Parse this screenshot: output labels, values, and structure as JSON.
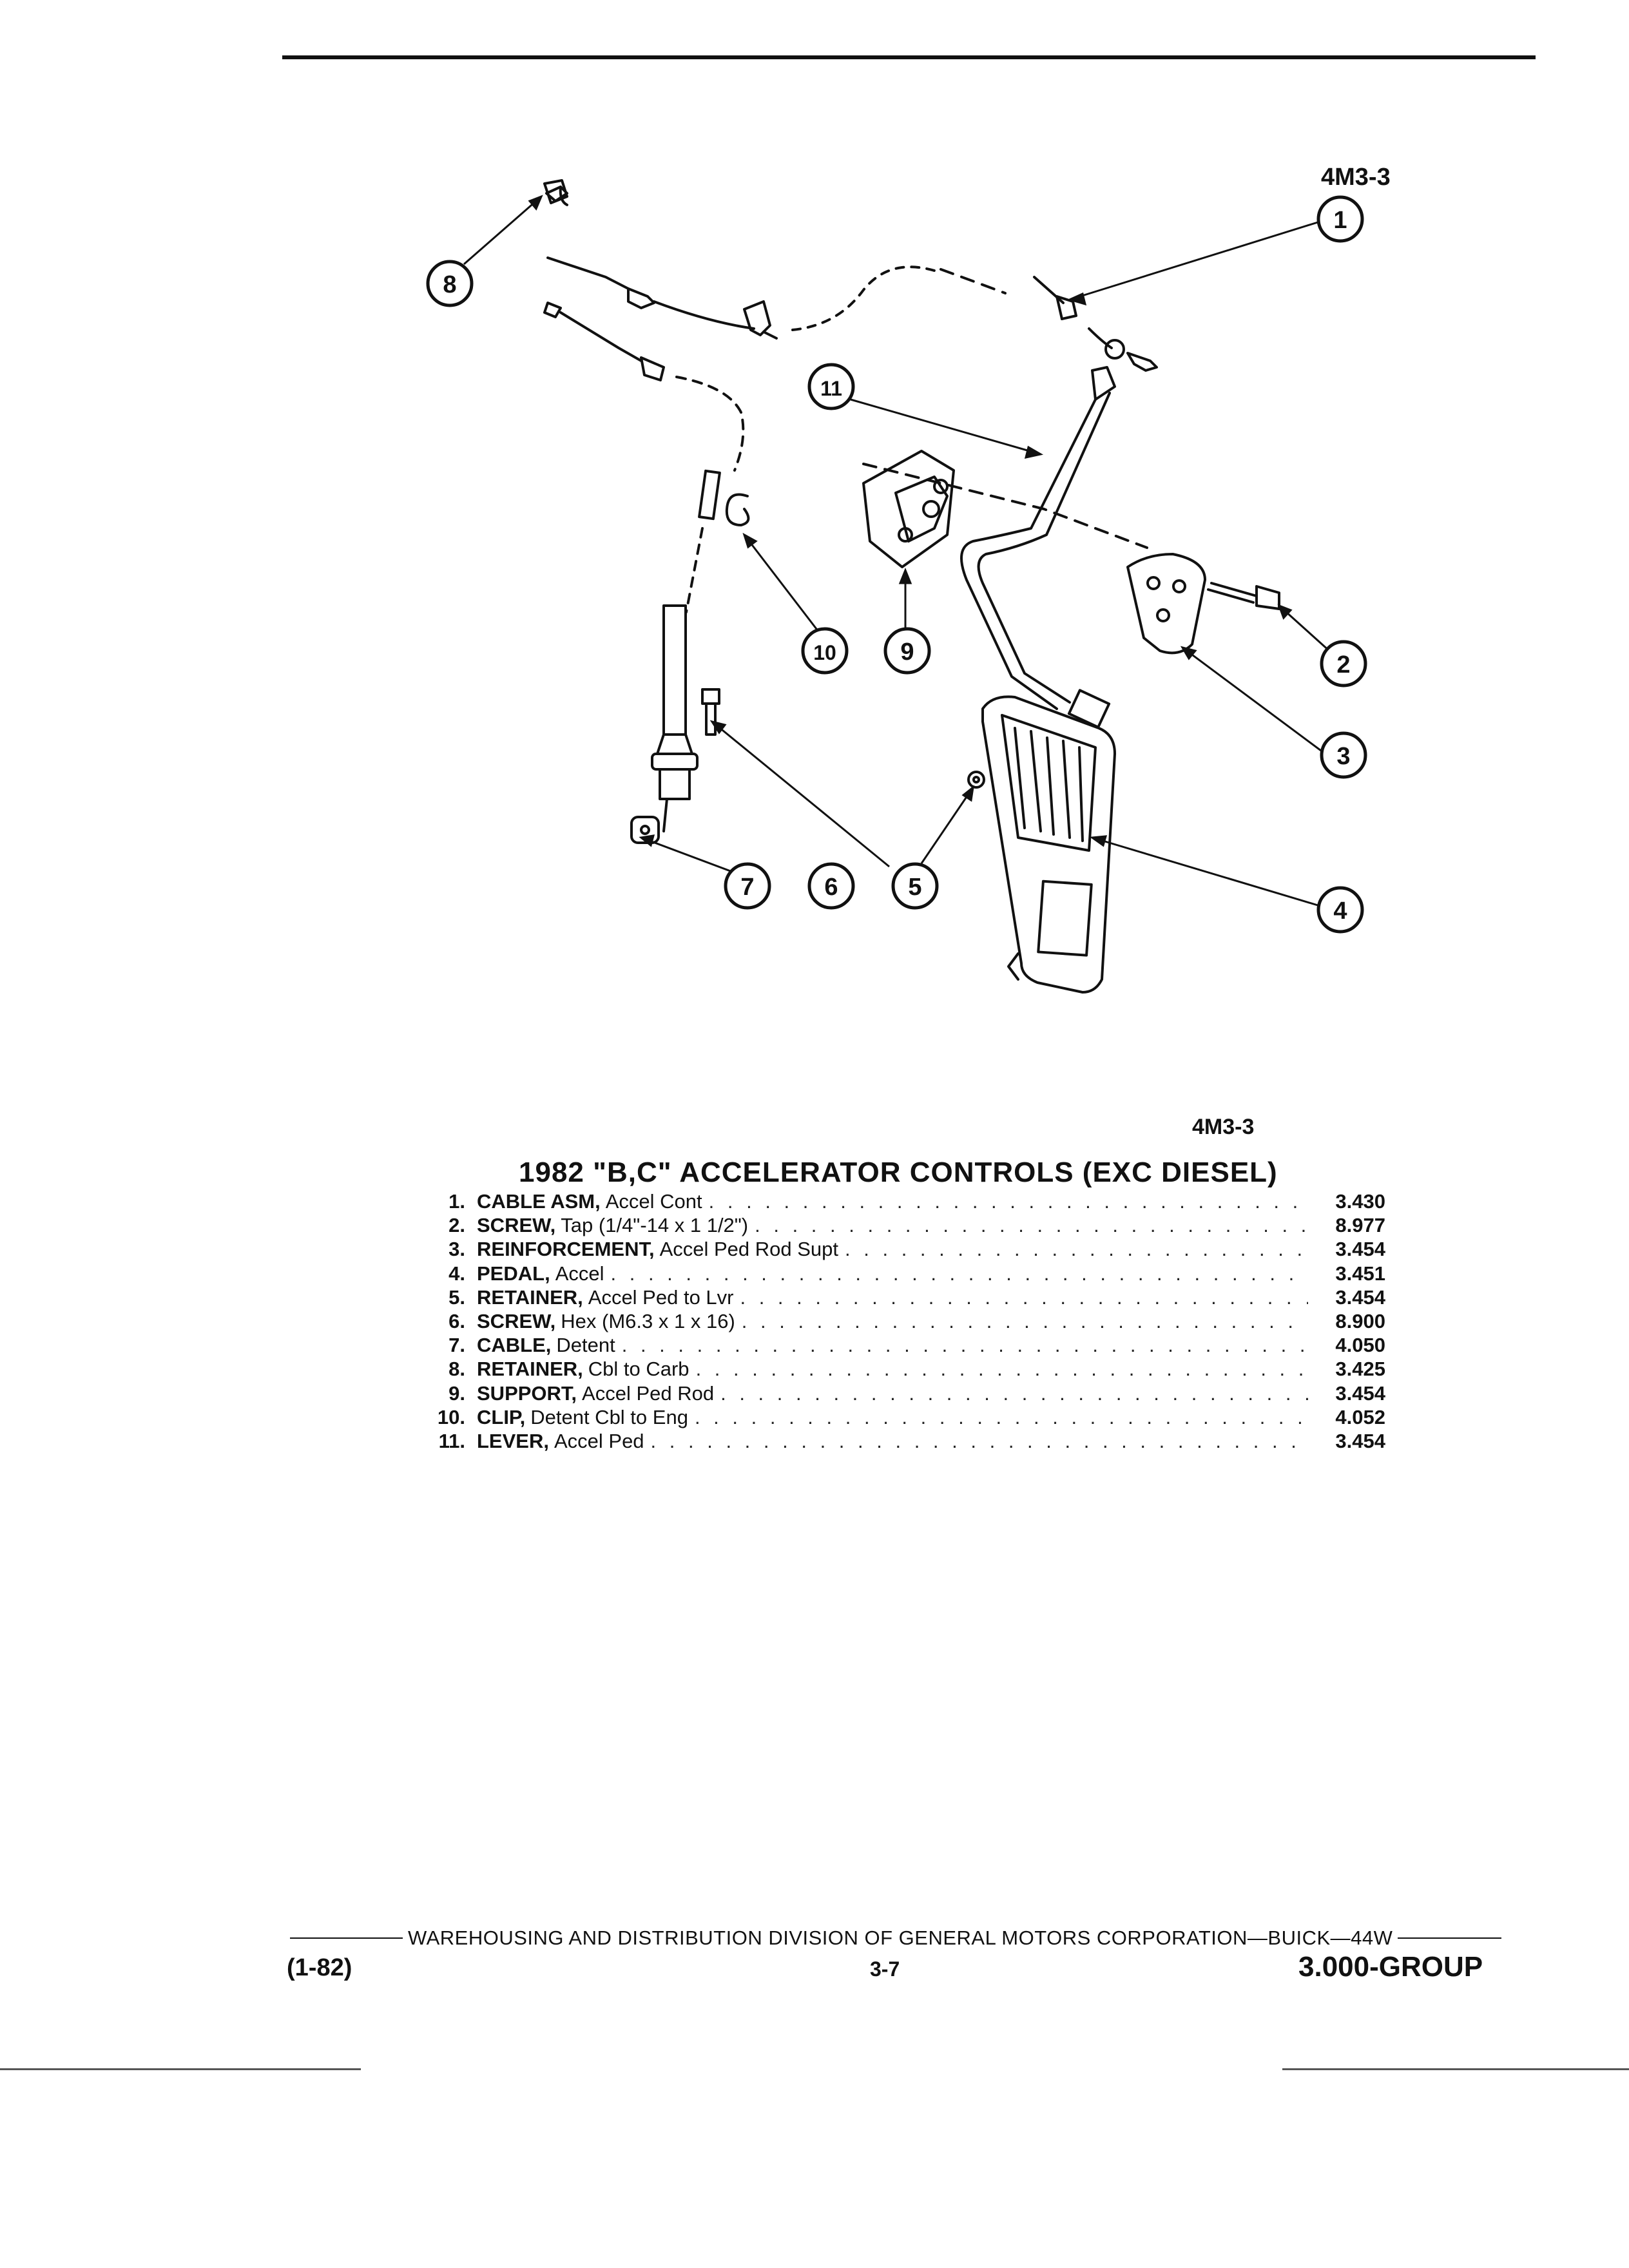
{
  "figure": {
    "code_top": "4M3-3",
    "code_bottom": "4M3-3",
    "callouts": [
      "1",
      "2",
      "3",
      "4",
      "5",
      "6",
      "7",
      "8",
      "9",
      "10",
      "11"
    ]
  },
  "title": "1982 \"B,C\" ACCELERATOR CONTROLS (EXC DIESEL)",
  "parts": [
    {
      "num": "1.",
      "name": "CABLE ASM,",
      "desc": "Accel Cont",
      "code": "3.430"
    },
    {
      "num": "2.",
      "name": "SCREW,",
      "desc": "Tap (1/4\"-14 x 1 1/2\")",
      "code": "8.977"
    },
    {
      "num": "3.",
      "name": "REINFORCEMENT,",
      "desc": "Accel Ped Rod Supt",
      "code": "3.454"
    },
    {
      "num": "4.",
      "name": "PEDAL,",
      "desc": "Accel",
      "code": "3.451"
    },
    {
      "num": "5.",
      "name": "RETAINER,",
      "desc": "Accel Ped to Lvr",
      "code": "3.454"
    },
    {
      "num": "6.",
      "name": "SCREW,",
      "desc": "Hex (M6.3 x 1 x 16)",
      "code": "8.900"
    },
    {
      "num": "7.",
      "name": "CABLE,",
      "desc": "Detent",
      "code": "4.050"
    },
    {
      "num": "8.",
      "name": "RETAINER,",
      "desc": "Cbl to Carb",
      "code": "3.425"
    },
    {
      "num": "9.",
      "name": "SUPPORT,",
      "desc": "Accel Ped Rod",
      "code": "3.454"
    },
    {
      "num": "10.",
      "name": "CLIP,",
      "desc": "Detent Cbl to Eng",
      "code": "4.052"
    },
    {
      "num": "11.",
      "name": "LEVER,",
      "desc": "Accel Ped",
      "code": "3.454"
    }
  ],
  "footer": {
    "division": "WAREHOUSING AND DISTRIBUTION DIVISION OF GENERAL MOTORS CORPORATION—BUICK—44W",
    "date": "(1-82)",
    "page": "3-7",
    "group": "3.000-GROUP"
  }
}
